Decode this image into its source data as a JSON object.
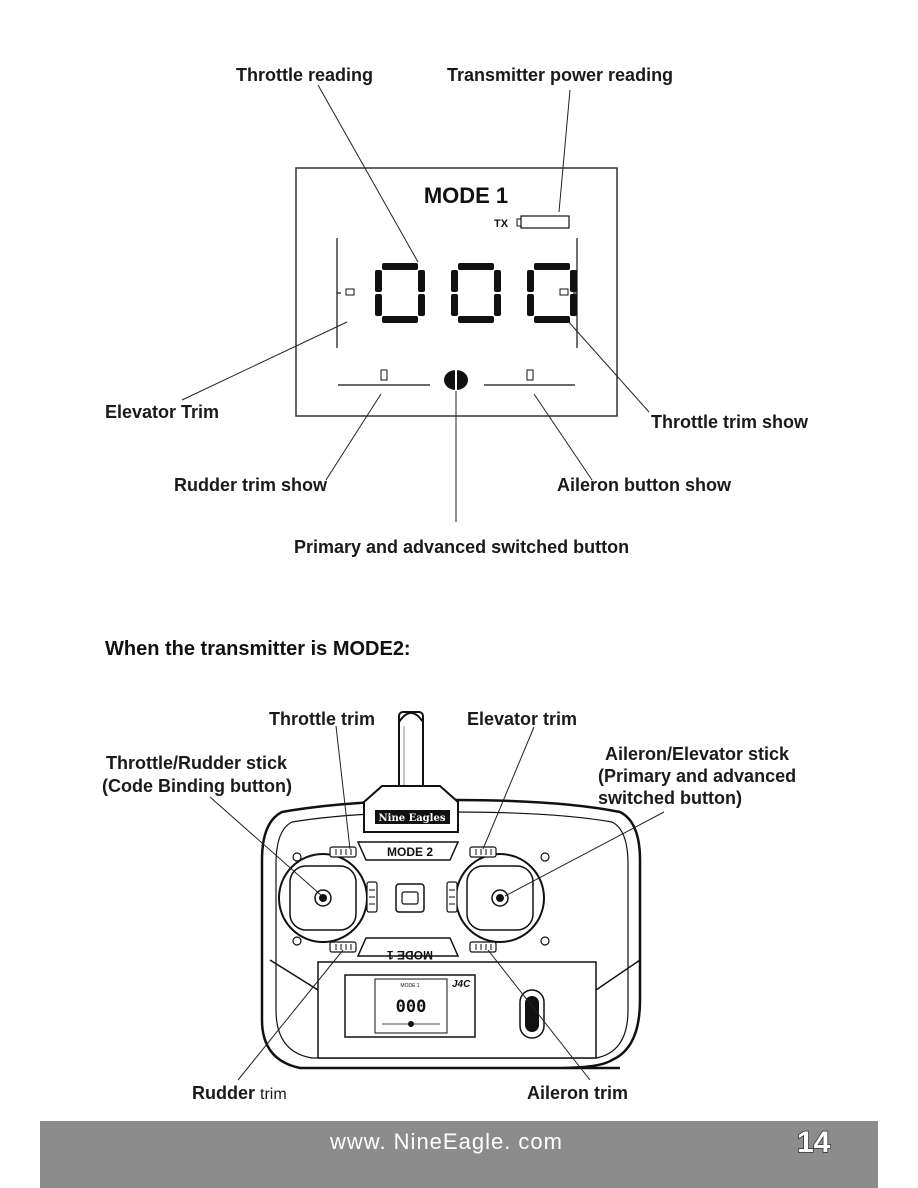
{
  "lcd_diagram": {
    "labels": {
      "throttle_reading": "Throttle reading",
      "tx_power_reading": "Transmitter power reading",
      "elevator_trim": "Elevator Trim",
      "throttle_trim_show": "Throttle trim show",
      "rudder_trim_show": "Rudder trim show",
      "aileron_button_show": "Aileron button show",
      "primary_advanced_button": "Primary and advanced switched button"
    },
    "screen": {
      "mode_text": "MODE 1",
      "tx_label": "TX",
      "throttle_value": "000"
    }
  },
  "mode2_heading": "When the transmitter is MODE2:",
  "transmitter_diagram": {
    "labels": {
      "throttle_trim": "Throttle trim",
      "elevator_trim": "Elevator trim",
      "throttle_rudder_stick_line1": "Throttle/Rudder stick",
      "throttle_rudder_stick_line2": "(Code Binding button)",
      "aileron_elevator_stick_line1": "Aileron/Elevator stick",
      "aileron_elevator_stick_line2": "(Primary and advanced",
      "aileron_elevator_stick_line3": "switched button)",
      "rudder_bold": "Rudder",
      "rudder_normal": "trim",
      "aileron_trim": "Aileron trim"
    },
    "device": {
      "brand": "Nine Eagles",
      "mode_top": "MODE 2",
      "mode_bottom": "MODE 1",
      "mini_mode": "MODE 1",
      "mini_value": "000",
      "logo_mark": "J4C"
    }
  },
  "footer": {
    "url": "www. NineEagle. com",
    "page_number": "14"
  }
}
